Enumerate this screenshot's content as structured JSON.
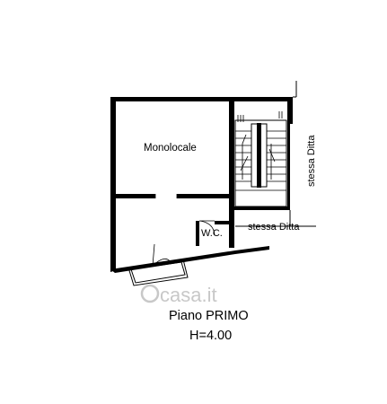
{
  "rooms": {
    "main_room": "Monolocale",
    "wc": "W.C.",
    "neighbor_vertical": "stessa Ditta",
    "neighbor_horizontal": "stessa Ditta"
  },
  "footer": {
    "floor_name": "Piano PRIMO",
    "height": "H=4.00"
  },
  "watermark": {
    "text": "casa.it"
  },
  "colors": {
    "ink": "#000000",
    "watermark": "#c8c8c8",
    "background": "#ffffff"
  }
}
